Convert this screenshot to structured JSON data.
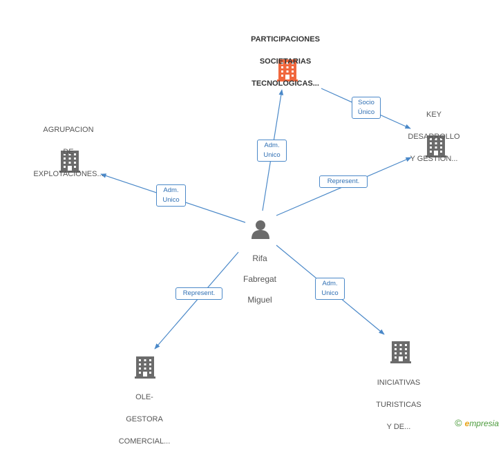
{
  "colors": {
    "edge": "#4a88c8",
    "company_icon": "#6b6b6b",
    "focus_icon": "#f0673d",
    "person_icon": "#6b6b6b"
  },
  "nodes": {
    "participaciones": [
      "PARTICIPACIONES",
      "SOCIETARIAS",
      "TECNOLOGICAS..."
    ],
    "key": [
      "KEY",
      "DESARROLLO",
      "Y GESTION..."
    ],
    "agrupacion": [
      "AGRUPACION",
      "DE",
      "EXPLOTACIONES..."
    ],
    "person": [
      "Rifa",
      "Fabregat",
      "Miguel"
    ],
    "ole": [
      "OLE-",
      "GESTORA",
      "COMERCIAL..."
    ],
    "iniciativas": [
      "INICIATIVAS",
      "TURISTICAS",
      "Y DE..."
    ]
  },
  "edges": {
    "socio_unico": [
      "Socio",
      "Único"
    ],
    "adm_unico_top": [
      "Adm.",
      "Unico"
    ],
    "represent_key": [
      "Represent."
    ],
    "adm_unico_left": [
      "Adm.",
      "Unico"
    ],
    "represent_ole": [
      "Represent."
    ],
    "adm_unico_right": [
      "Adm.",
      "Unico"
    ]
  },
  "icons": {
    "company": "building-icon",
    "person": "person-icon"
  },
  "brand": {
    "copyright": "©",
    "initial": "e",
    "name": "mpresia"
  }
}
